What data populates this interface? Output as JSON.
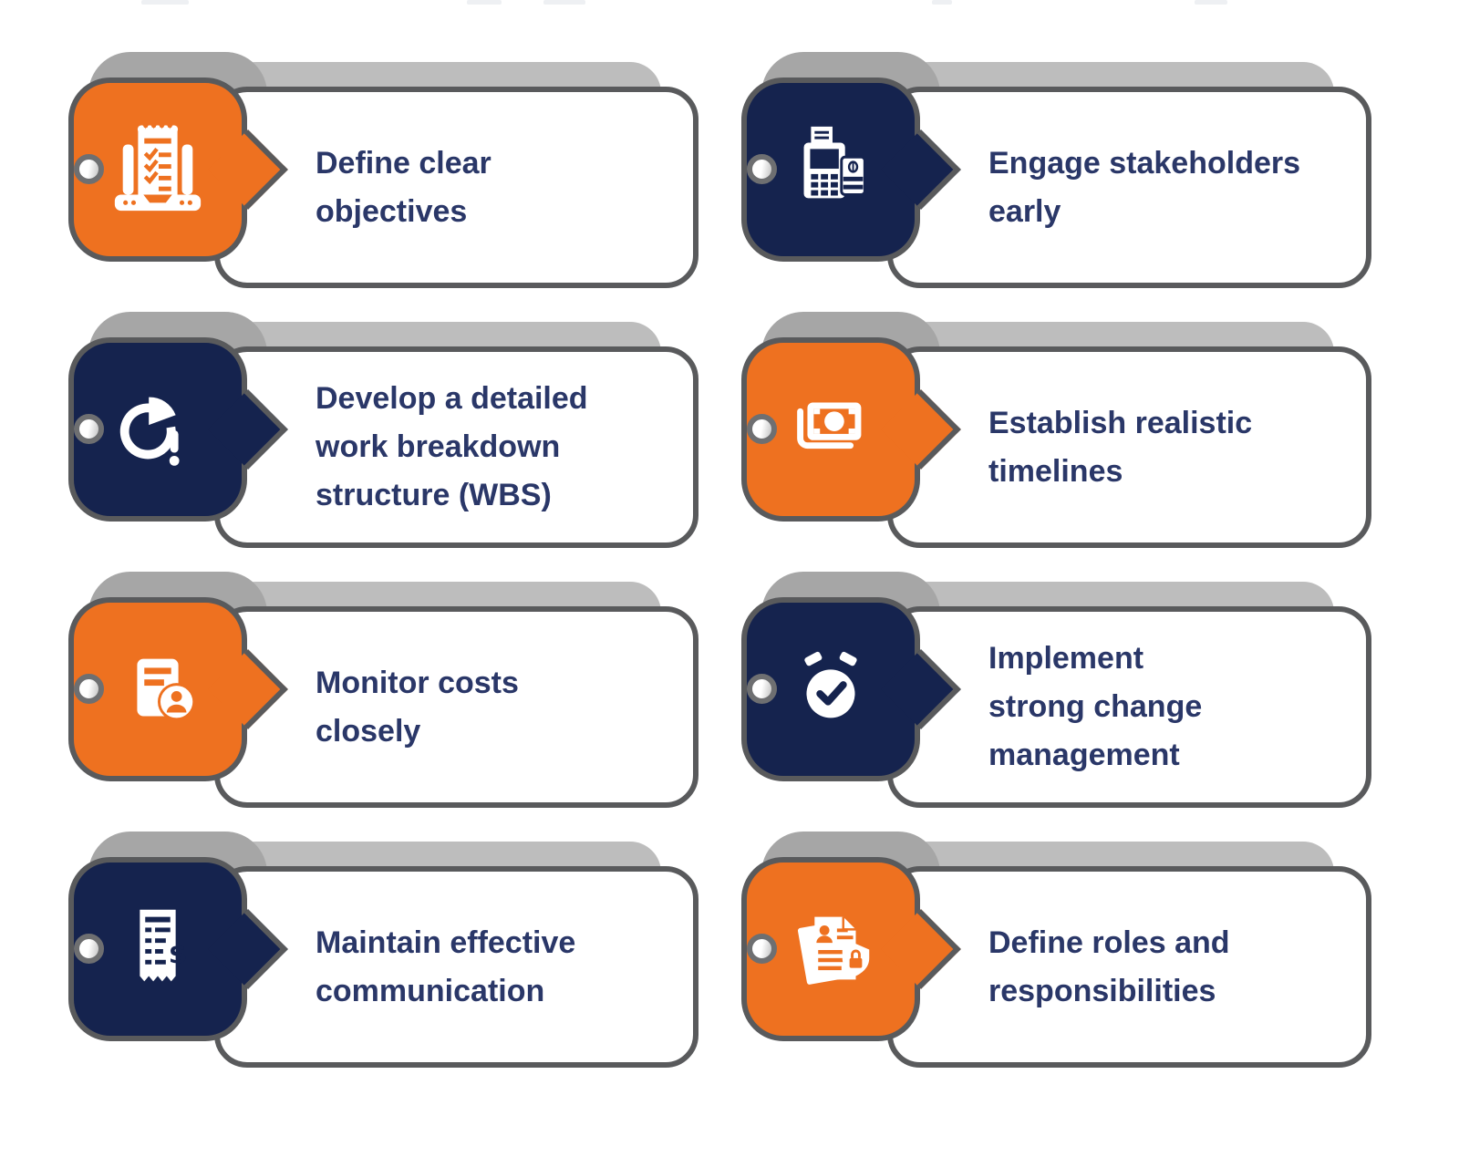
{
  "meta": {
    "description": "Project management best-practice tags infographic",
    "colors": {
      "orange": "#EE7120",
      "navy": "#15234E",
      "text": "#2A3768",
      "outline": "#595A5C",
      "card_shadow": "#BDBDBD",
      "icon_shadow": "#A6A6A6",
      "background": "#FFFFFF"
    }
  },
  "cards": [
    {
      "label": "Define clear\nobjectives",
      "icon": "laptop-checklist-icon",
      "accent": "orange"
    },
    {
      "label": "Engage stakeholders\nearly",
      "icon": "card-payment-terminal-icon",
      "accent": "navy"
    },
    {
      "label": "Develop a detailed\nwork breakdown\nstructure (WBS)",
      "icon": "pie-chart-alert-icon",
      "accent": "navy"
    },
    {
      "label": "Establish realistic\ntimelines",
      "icon": "banknote-stack-icon",
      "accent": "orange"
    },
    {
      "label": "Monitor costs\nclosely",
      "icon": "document-user-icon",
      "accent": "orange"
    },
    {
      "label": "Implement\nstrong change\nmanagement",
      "icon": "stopwatch-check-icon",
      "accent": "navy"
    },
    {
      "label": "Maintain effective\ncommunication",
      "icon": "receipt-dollar-icon",
      "accent": "navy"
    },
    {
      "label": "Define roles and\nresponsibilities",
      "icon": "document-lock-icon",
      "accent": "orange"
    }
  ]
}
